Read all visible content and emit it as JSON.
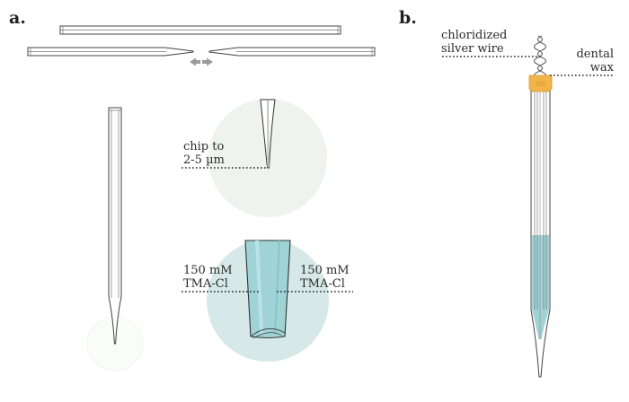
{
  "panels": {
    "a": {
      "label": "a.",
      "annotations": {
        "chip": [
          "chip to",
          "2-5 µm"
        ],
        "left_solution": [
          "150 mM",
          "TMA-Cl"
        ],
        "right_solution": [
          "150 mM",
          "TMA-Cl"
        ]
      }
    },
    "b": {
      "label": "b.",
      "annotations": {
        "wire": [
          "chloridized",
          "silver wire"
        ],
        "wax": [
          "dental",
          "wax"
        ]
      }
    }
  },
  "colors": {
    "solution": "#9fd3d6",
    "solution_dark": "#6fb9bf",
    "zoom_light": "#eef3ef",
    "zoom_solution": "#d6e9e8",
    "wax": "#f2b54a",
    "glass_stroke": "#444444"
  }
}
